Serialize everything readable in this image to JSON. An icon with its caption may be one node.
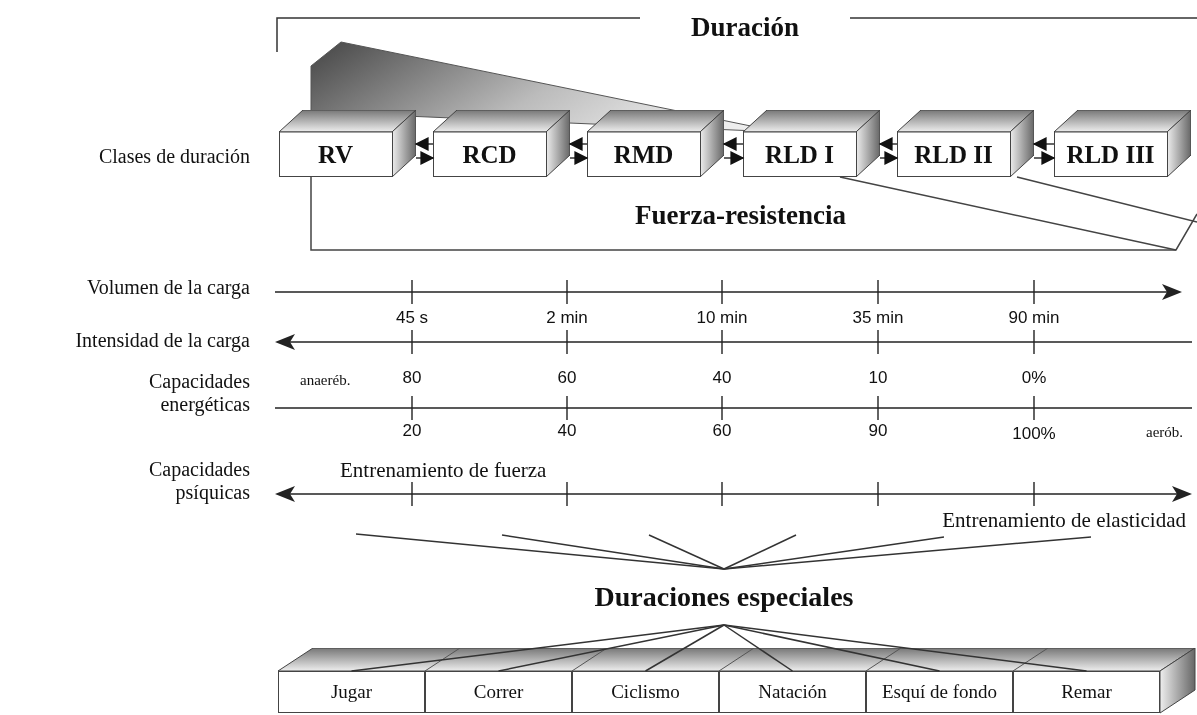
{
  "diagram": {
    "title": "Duración",
    "nodes": [
      {
        "text": [
          "RV"
        ]
      },
      {
        "text": [
          "RCD"
        ]
      },
      {
        "text": [
          "RMD"
        ]
      },
      {
        "text": [
          "RLD I"
        ]
      },
      {
        "text": [
          "RLD II"
        ]
      },
      {
        "text": [
          "RLD III"
        ]
      },
      {
        "text": [
          "Duraciones especiales"
        ]
      },
      {
        "text": [],
        "shape": "bar"
      },
      {
        "text": [
          "Jugar"
        ],
        "in": 7
      },
      {
        "text": [
          "Correr"
        ],
        "in": 7
      },
      {
        "text": [
          "Ciclismo"
        ],
        "in": 7
      },
      {
        "text": [
          "Natación"
        ],
        "in": 7
      },
      {
        "text": [
          "Esquí de fondo"
        ],
        "in": 7
      },
      {
        "text": [
          "Remar"
        ],
        "in": 7
      }
    ],
    "edges": [
      {
        "from": 1,
        "to": 0,
        "arrow": "to"
      },
      {
        "from": 0,
        "to": 1,
        "arrow": "to"
      },
      {
        "from": 2,
        "to": 1,
        "arrow": "to"
      },
      {
        "from": 1,
        "to": 2,
        "arrow": "to"
      },
      {
        "from": 3,
        "to": 2,
        "arrow": "to"
      },
      {
        "from": 2,
        "to": 3,
        "arrow": "to"
      },
      {
        "from": 4,
        "to": 3,
        "arrow": "to"
      },
      {
        "from": 3,
        "to": 4,
        "arrow": "to"
      },
      {
        "from": 5,
        "to": 4,
        "arrow": "to"
      },
      {
        "from": 4,
        "to": 5,
        "arrow": "to"
      },
      {
        "from": null,
        "to": 6,
        "arrow": "none"
      },
      {
        "from": null,
        "to": 6,
        "arrow": "none"
      },
      {
        "from": null,
        "to": 6,
        "arrow": "none"
      },
      {
        "from": null,
        "to": 6,
        "arrow": "none"
      },
      {
        "from": null,
        "to": 6,
        "arrow": "none"
      },
      {
        "from": null,
        "to": 6,
        "arrow": "none"
      },
      {
        "from": 6,
        "to": 8,
        "arrow": "none"
      },
      {
        "from": 6,
        "to": 9,
        "arrow": "none"
      },
      {
        "from": 6,
        "to": 10,
        "arrow": "none"
      },
      {
        "from": 6,
        "to": 11,
        "arrow": "none"
      },
      {
        "from": 6,
        "to": 12,
        "arrow": "none"
      },
      {
        "from": 6,
        "to": 13,
        "arrow": "none"
      }
    ],
    "labels": [
      "Clases de duración",
      "Fuerza-resistencia",
      "Volumen de la carga",
      "45 s",
      "2 min",
      "10 min",
      "35 min",
      "90 min",
      "Intensidad de la carga",
      "Capacidades energéticas",
      "anaeréb.",
      "80",
      "60",
      "40",
      "10",
      "0%",
      "20",
      "40",
      "60",
      "90",
      "100%",
      "aerób.",
      "Capacidades psíquicas",
      "Entrenamiento de fuerza",
      "Entrenamiento de elasticidad"
    ]
  }
}
